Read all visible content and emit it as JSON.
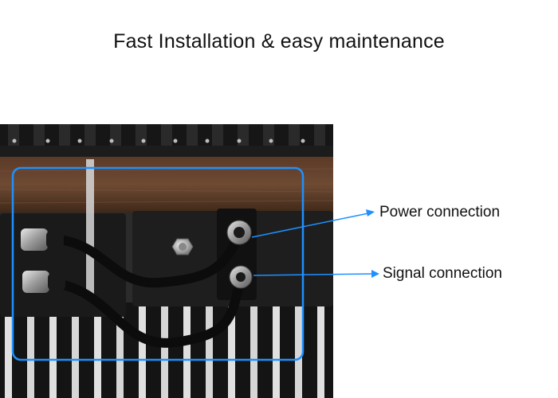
{
  "header": {
    "title": "Fast Installation & easy maintenance"
  },
  "photo": {
    "subject": "LED panel rear with two circular cable connectors",
    "highlight_color": "#1e90ff"
  },
  "callouts": [
    {
      "label": "Power connection"
    },
    {
      "label": "Signal connection"
    }
  ],
  "colors": {
    "background": "#ffffff",
    "arrow": "#1e90ff",
    "text": "#111111"
  }
}
